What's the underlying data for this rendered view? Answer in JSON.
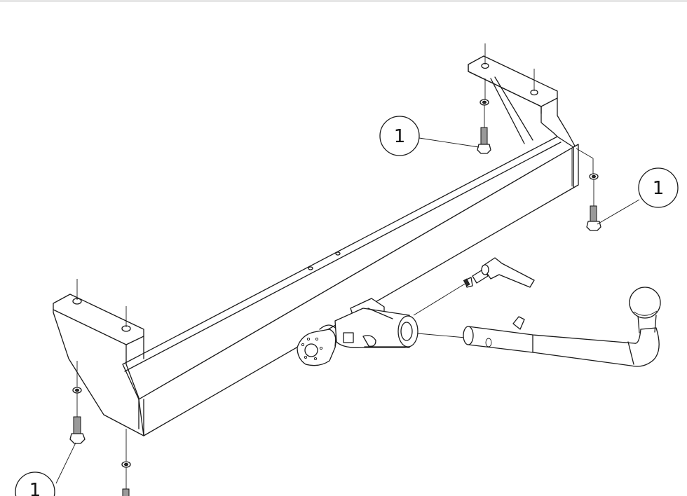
{
  "callouts": [
    {
      "id": "callout-top-center",
      "label": "1"
    },
    {
      "id": "callout-right",
      "label": "1"
    },
    {
      "id": "callout-bottom-left",
      "label": "1"
    }
  ],
  "colors": {
    "line": "#1a1a1a",
    "background": "#ffffff",
    "bolt": "#9a9a9a"
  }
}
